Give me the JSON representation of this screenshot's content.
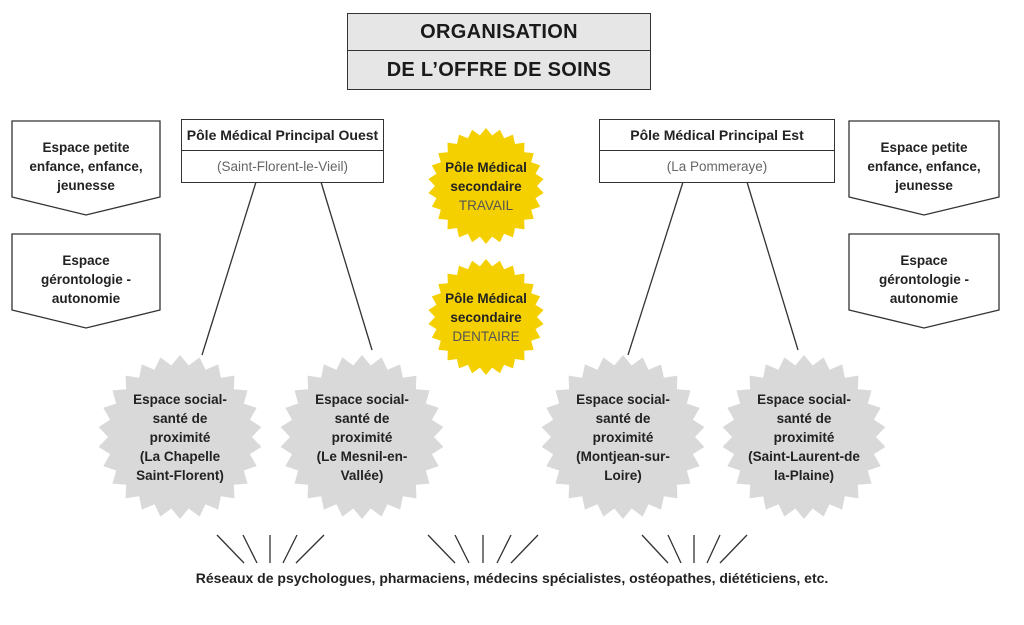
{
  "title": {
    "line1": "ORGANISATION",
    "line2": "DE L’OFFRE DE SOINS"
  },
  "poles_principaux": {
    "ouest": {
      "name": "Pôle Médical Principal Ouest",
      "place": "(Saint-Florent-le-Vieil)"
    },
    "est": {
      "name": "Pôle Médical Principal Est",
      "place": "(La Pommeraye)"
    }
  },
  "poles_secondaires": {
    "travail": {
      "line1": "Pôle Médical",
      "line2": "secondaire",
      "line3": "TRAVAIL"
    },
    "dentaire": {
      "line1": "Pôle Médical",
      "line2": "secondaire",
      "line3": "DENTAIRE"
    }
  },
  "espaces_lateraux": {
    "left": {
      "enfance": [
        "Espace petite",
        "enfance, enfance,",
        "jeunesse"
      ],
      "geronto": [
        "Espace",
        "gérontologie -",
        "autonomie"
      ]
    },
    "right": {
      "enfance": [
        "Espace petite",
        "enfance, enfance,",
        "jeunesse"
      ],
      "geronto": [
        "Espace",
        "gérontologie -",
        "autonomie"
      ]
    }
  },
  "espaces_proximite": [
    [
      "Espace social-",
      "santé de",
      "proximité",
      "(La Chapelle",
      "Saint-Florent)"
    ],
    [
      "Espace social-",
      "santé de",
      "proximité",
      "(Le Mesnil-en-",
      "Vallée)"
    ],
    [
      "Espace social-",
      "santé de",
      "proximité",
      "(Montjean-sur-",
      "Loire)"
    ],
    [
      "Espace social-",
      "santé de",
      "proximité",
      "(Saint-Laurent-de",
      "la-Plaine)"
    ]
  ],
  "footer": "Réseaux de psychologues, pharmaciens, médecins spécialistes, ostéopathes, diététiciens, etc.",
  "colors": {
    "badge_yellow": "#f5d000",
    "badge_grey": "#d9d9d9",
    "title_bg": "#e6e6e6",
    "stroke": "#333333"
  }
}
